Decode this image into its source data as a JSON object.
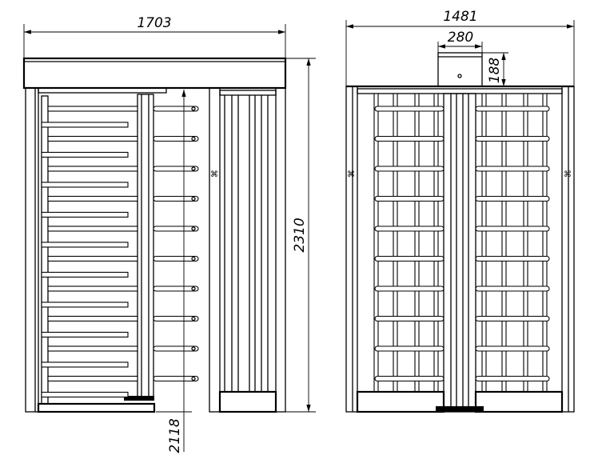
{
  "dimensions": {
    "front_width": "1703",
    "front_height": "2310",
    "front_arm_height": "2118",
    "side_width": "1481",
    "top_box_width": "280",
    "top_box_height": "188"
  },
  "arm_levels": 10
}
